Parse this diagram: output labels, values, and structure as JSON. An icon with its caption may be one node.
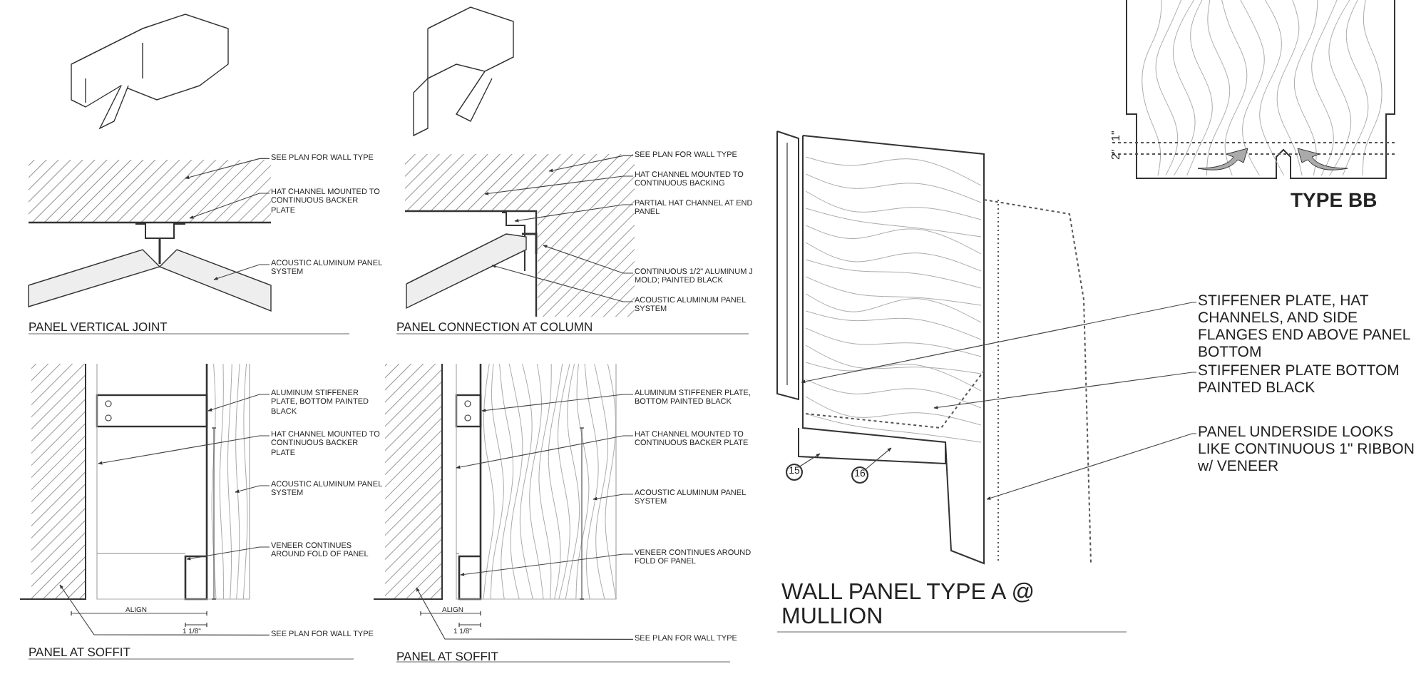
{
  "diagram": {
    "nodes": [
      {
        "text": [
          "SEE PLAN FOR WALL TYPE"
        ]
      },
      {
        "text": [
          "HAT CHANNEL MOUNTED TO CONTINUOUS BACKER PLATE"
        ]
      },
      {
        "text": [
          "ACOUSTIC ALUMINUM PANEL SYSTEM"
        ]
      },
      {
        "text": [
          "SEE PLAN FOR WALL TYPE"
        ]
      },
      {
        "text": [
          "HAT CHANNEL MOUNTED TO CONTINUOUS BACKING"
        ]
      },
      {
        "text": [
          "PARTIAL HAT CHANNEL AT END PANEL"
        ]
      },
      {
        "text": [
          "CONTINUOUS 1/2\" ALUMINUM J MOLD; PAINTED BLACK"
        ]
      },
      {
        "text": [
          "ACOUSTIC ALUMINUM PANEL SYSTEM"
        ]
      },
      {
        "text": [
          "ALUMINUM STIFFENER PLATE, BOTTOM PAINTED BLACK"
        ]
      },
      {
        "text": [
          "HAT CHANNEL MOUNTED TO CONTINUOUS BACKER PLATE"
        ]
      },
      {
        "text": [
          "ACOUSTIC ALUMINUM PANEL SYSTEM"
        ]
      },
      {
        "text": [
          "VENEER CONTINUES AROUND FOLD OF PANEL"
        ]
      },
      {
        "text": [
          "SEE PLAN FOR WALL TYPE"
        ]
      },
      {
        "text": [
          "ALUMINUM STIFFENER PLATE, BOTTOM PAINTED BLACK"
        ]
      },
      {
        "text": [
          "HAT CHANNEL MOUNTED TO CONTINUOUS BACKER PLATE"
        ]
      },
      {
        "text": [
          "ACOUSTIC ALUMINUM PANEL SYSTEM"
        ]
      },
      {
        "text": [
          "VENEER CONTINUES AROUND FOLD OF PANEL"
        ]
      },
      {
        "text": [
          "SEE PLAN FOR WALL TYPE"
        ]
      },
      {
        "text": [
          "STIFFENER PLATE, HAT CHANNELS, AND SIDE FLANGES END ABOVE PANEL BOTTOM"
        ]
      },
      {
        "text": [
          "STIFFENER PLATE BOTTOM PAINTED BLACK"
        ]
      },
      {
        "text": [
          "PANEL UNDERSIDE LOOKS LIKE CONTINUOUS 1\" RIBBON w/ VENEER"
        ]
      },
      {
        "text": [
          "15"
        ]
      },
      {
        "text": [
          "16"
        ]
      }
    ],
    "edges": [
      {
        "from": 0,
        "to": null,
        "arrow": "to"
      },
      {
        "from": 1,
        "to": null,
        "arrow": "to"
      },
      {
        "from": 2,
        "to": null,
        "arrow": "to"
      },
      {
        "from": 3,
        "to": null,
        "arrow": "to"
      },
      {
        "from": 4,
        "to": null,
        "arrow": "to"
      },
      {
        "from": 5,
        "to": null,
        "arrow": "to"
      },
      {
        "from": 6,
        "to": null,
        "arrow": "to"
      },
      {
        "from": 7,
        "to": null,
        "arrow": "to"
      },
      {
        "from": 8,
        "to": null,
        "arrow": "to"
      },
      {
        "from": 9,
        "to": null,
        "arrow": "to"
      },
      {
        "from": 10,
        "to": null,
        "arrow": "to"
      },
      {
        "from": 11,
        "to": null,
        "arrow": "to"
      },
      {
        "from": 12,
        "to": null,
        "arrow": "to"
      },
      {
        "from": 13,
        "to": null,
        "arrow": "to"
      },
      {
        "from": 14,
        "to": null,
        "arrow": "to"
      },
      {
        "from": 15,
        "to": null,
        "arrow": "to"
      },
      {
        "from": 16,
        "to": null,
        "arrow": "to"
      },
      {
        "from": 17,
        "to": null,
        "arrow": "to"
      },
      {
        "from": 18,
        "to": null,
        "arrow": "to"
      },
      {
        "from": 19,
        "to": null,
        "arrow": "to"
      },
      {
        "from": 20,
        "to": null,
        "arrow": "to"
      },
      {
        "from": 21,
        "to": null,
        "arrow": "to"
      },
      {
        "from": 22,
        "to": null,
        "arrow": "to"
      }
    ],
    "labels": [
      "TYPE BB",
      "2\"",
      "1\"",
      "PANEL VERTICAL JOINT",
      "PANEL CONNECTION AT COLUMN",
      "ALIGN",
      "1 1/8\"",
      "PANEL AT SOFFIT",
      "ALIGN",
      "1 1/8\"",
      "PANEL AT SOFFIT",
      "WALL PANEL TYPE A @ MULLION"
    ]
  }
}
